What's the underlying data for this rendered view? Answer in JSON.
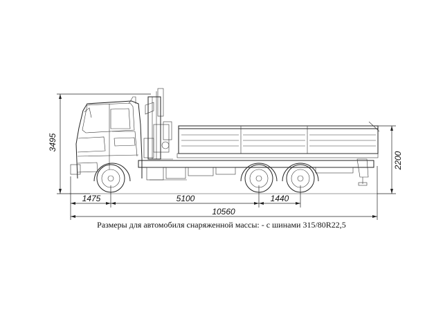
{
  "dimensions": {
    "overall_height": "3495",
    "platform_height": "2200",
    "front_overhang": "1475",
    "wheelbase": "5100",
    "rear_axle_spacing": "1440",
    "overall_length": "10560"
  },
  "caption": "Размеры для автомобиля снаряженной массы: - с шинами 315/80R22,5"
}
